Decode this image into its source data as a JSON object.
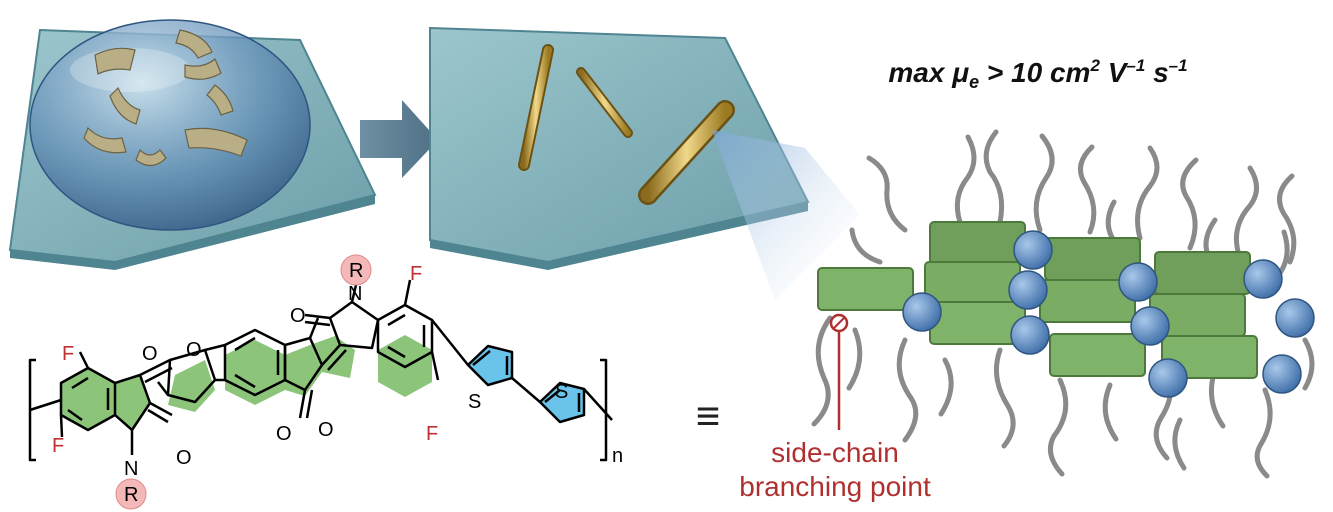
{
  "headline": {
    "prefix": "max μ",
    "subscript": "e",
    "middle": " > 10 cm",
    "sup1": "2",
    "v": " V",
    "sup2": "–1",
    "s": " s",
    "sup3": "–1"
  },
  "annotation": {
    "line1": "side-chain",
    "line2": "branching point"
  },
  "equiv_symbol": "≡",
  "structure": {
    "atom_f": "F",
    "atom_o": "O",
    "atom_n": "N",
    "atom_s": "S",
    "atom_r": "R",
    "repeat_n": "n"
  },
  "colors": {
    "substrate": "#7aa9b2",
    "substrate_edge": "#4f8491",
    "green_ring": "#8cc47a",
    "blue_ring": "#69c3ea",
    "red_label": "#b03030",
    "block_green": "#6f9f5a",
    "bead_blue": "#5d8ec4",
    "chain_grey": "#8a8a8a"
  }
}
